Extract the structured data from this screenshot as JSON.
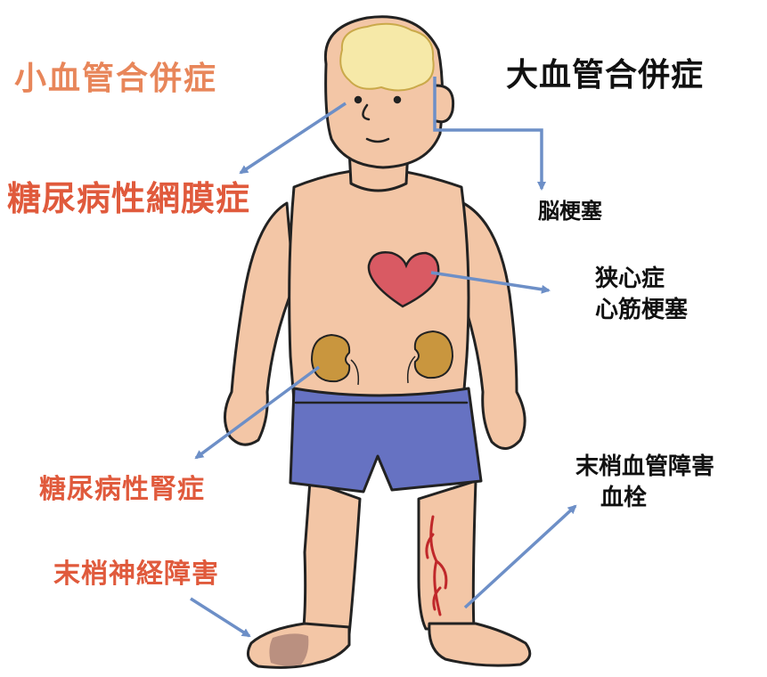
{
  "categories": {
    "microvascular": "小血管合併症",
    "macrovascular": "大血管合併症"
  },
  "labels": {
    "retinopathy": "糖尿病性網膜症",
    "stroke": "脳梗塞",
    "cardiac_1": "狭心症",
    "cardiac_2": "心筋梗塞",
    "nephropathy": "糖尿病性腎症",
    "pad_1": "末梢血管障害",
    "pad_2": "血栓",
    "neuropathy": "末梢神経障害"
  },
  "colors": {
    "microvascular_text": "#e8865a",
    "complication_text": "#e05a3c",
    "macrovascular_text": "#111111",
    "arrow": "#6d8fc7",
    "skin": "#f3c6a6",
    "hair": "#f6e9a8",
    "shorts": "#6672c2",
    "heart": "#d95a63",
    "kidney": "#c9963e",
    "vessel": "#c0282a",
    "toes": "#b48a7c"
  }
}
